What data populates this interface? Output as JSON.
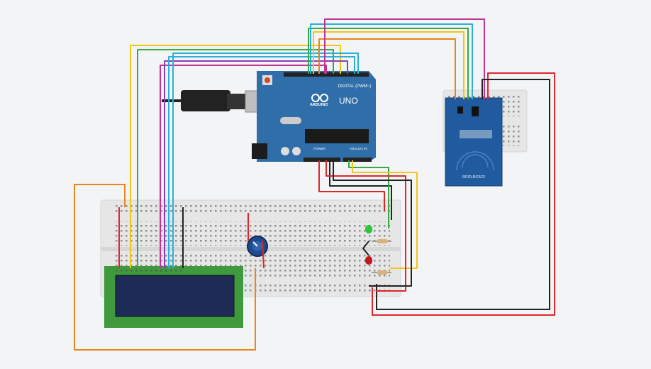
{
  "arduino": {
    "model_label": "UNO",
    "brand_label": "ARDUINO",
    "digital_label": "DIGITAL (PWM~)",
    "power_label": "POWER",
    "analog_label": "ANALOG IN"
  },
  "rfid": {
    "label": "RFID-RC522"
  },
  "colors": {
    "background": "#f3f4f6",
    "arduino_board": "#2f6ea8",
    "rfid_board": "#1f5b9e",
    "lcd_board": "#3f9a3e",
    "lcd_screen": "#1f2b57",
    "breadboard": "#e6e6e6",
    "wire_red": "#e0262b",
    "wire_black": "#222222",
    "wire_yellow": "#f2c618",
    "wire_green": "#3aa845",
    "wire_orange": "#e8851c",
    "wire_purple": "#8a3fb0",
    "wire_magenta": "#c03494",
    "wire_cyan": "#2ab0d8"
  },
  "components": [
    "arduino-uno",
    "usb-cable",
    "breadboard",
    "mini-breadboard",
    "lcd-16x2",
    "potentiometer",
    "green-led",
    "red-led",
    "resistor",
    "resistor",
    "rfid-rc522"
  ]
}
